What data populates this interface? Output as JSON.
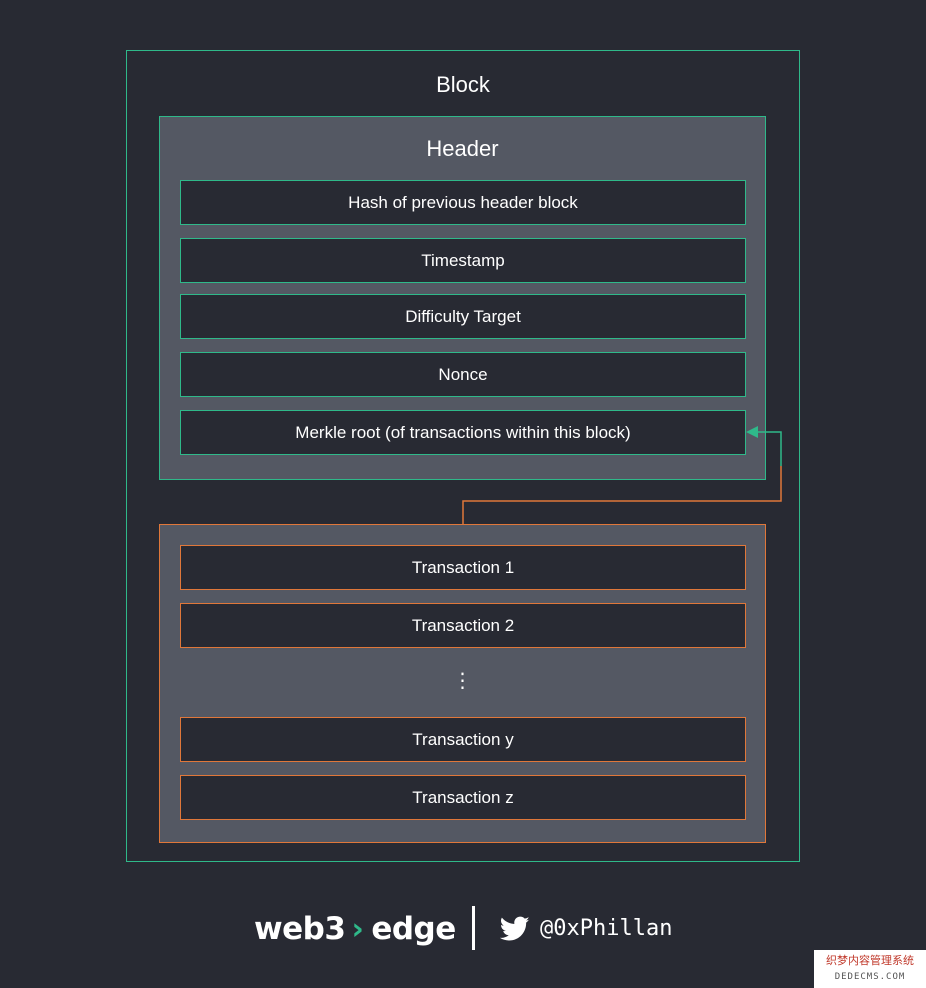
{
  "block": {
    "title": "Block",
    "header": {
      "title": "Header",
      "fields": [
        "Hash of previous header block",
        "Timestamp",
        "Difficulty Target",
        "Nonce",
        "Merkle root (of transactions within this block)"
      ]
    },
    "transactions": {
      "items": [
        "Transaction 1",
        "Transaction 2",
        "Transaction y",
        "Transaction z"
      ],
      "ellipsis": "⋮"
    }
  },
  "colors": {
    "background": "#282a33",
    "panel": "#545863",
    "header_border": "#2fb98a",
    "transactions_border": "#e0773a",
    "text": "#ffffff"
  },
  "footer": {
    "brand_left": "web3",
    "brand_chevron": "›",
    "brand_right": "edge",
    "icon": "twitter-bird-icon",
    "handle": "@0xPhillan"
  },
  "watermark": {
    "line1": "织梦内容管理系统",
    "line2": "DEDECMS.COM"
  }
}
